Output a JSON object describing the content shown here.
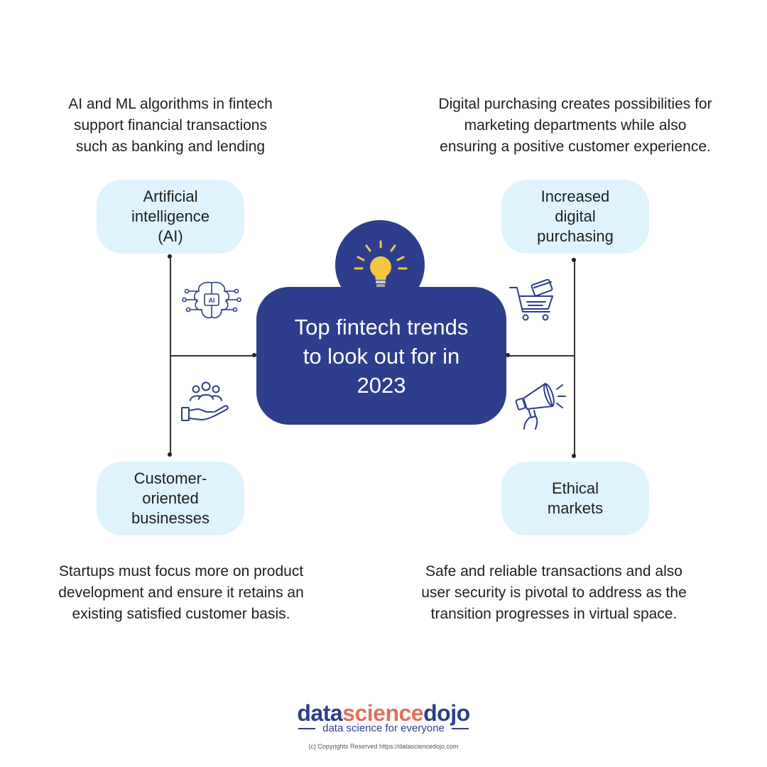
{
  "center": {
    "title": "Top fintech trends\nto look out for in\n2023"
  },
  "trends": {
    "ai": {
      "label": "Artificial\nintelligence\n(AI)",
      "description": "AI and ML algorithms in fintech\nsupport financial transactions\nsuch as banking and lending",
      "icon": "ai-brain-circuit-icon",
      "icon_text": "AI"
    },
    "digital": {
      "label": "Increased\ndigital\npurchasing",
      "description": "Digital purchasing creates possibilities for\nmarketing departments while also\nensuring a positive customer experience.",
      "icon": "shopping-cart-card-icon"
    },
    "customer": {
      "label": "Customer-\noriented\nbusinesses",
      "description": "Startups must focus more on product\ndevelopment and ensure it retains an\nexisting satisfied customer basis.",
      "icon": "hand-holding-people-icon"
    },
    "ethical": {
      "label": "Ethical\nmarkets",
      "description": "Safe and reliable transactions and also\nuser security is pivotal to address as the\ntransition progresses in virtual space.",
      "icon": "megaphone-icon"
    }
  },
  "center_icon": "lightbulb-icon",
  "brand": {
    "name_part1": "data",
    "name_part2": "science",
    "name_part3": "dojo",
    "tagline": "data science for everyone",
    "copyright": "(c) Copyrights Reserved  https://datasciencedojo.com"
  },
  "colors": {
    "navy": "#2d3e8c",
    "pill_bg": "#dff3fc",
    "accent": "#e2705a",
    "bulb": "#f5c542"
  }
}
